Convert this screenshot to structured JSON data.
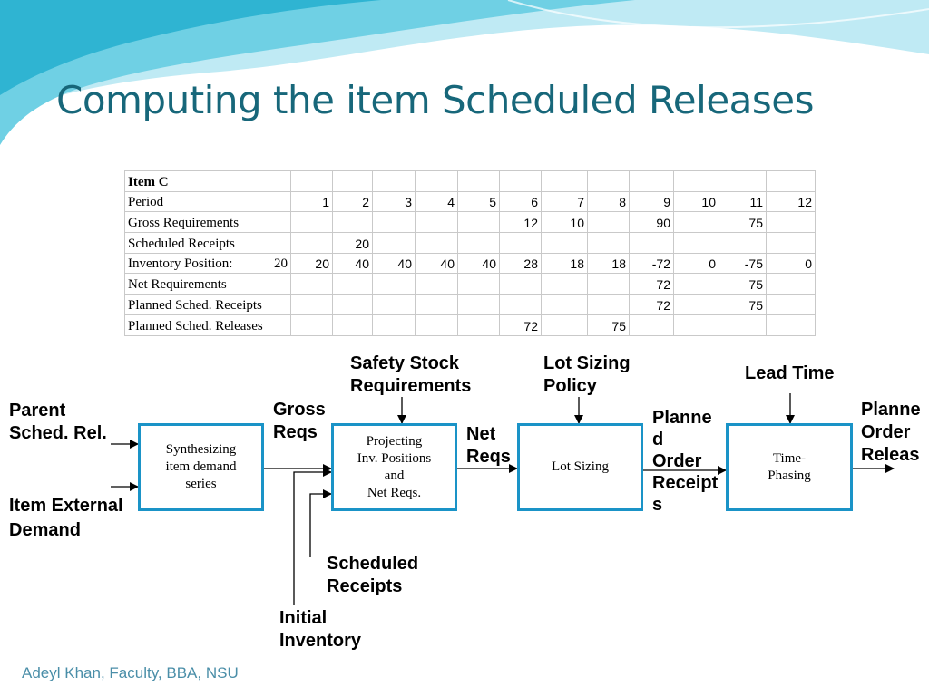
{
  "slide": {
    "title": "Computing the item Scheduled Releases",
    "footer": "Adeyl Khan, Faculty, BBA, NSU"
  },
  "colors": {
    "title": "#17677a",
    "box_border": "#1a93c7",
    "wave_light": "#bfeaf4",
    "wave_mid": "#6fd0e4",
    "wave_dark": "#2fb4d2"
  },
  "table": {
    "item_label": "Item C",
    "period_label": "Period",
    "periods": [
      "1",
      "2",
      "3",
      "4",
      "5",
      "6",
      "7",
      "8",
      "9",
      "10",
      "11",
      "12"
    ],
    "rows": [
      {
        "label": "Gross Requirements",
        "cells": [
          "",
          "",
          "",
          "",
          "",
          "12",
          "10",
          "",
          "90",
          "",
          "75",
          ""
        ]
      },
      {
        "label": "Scheduled Receipts",
        "cells": [
          "",
          "20",
          "",
          "",
          "",
          "",
          "",
          "",
          "",
          "",
          "",
          ""
        ]
      },
      {
        "label": "Inventory Position:",
        "label_value": "20",
        "cells": [
          "20",
          "40",
          "40",
          "40",
          "40",
          "28",
          "18",
          "18",
          "-72",
          "0",
          "-75",
          "0"
        ]
      },
      {
        "label": "Net Requirements",
        "cells": [
          "",
          "",
          "",
          "",
          "",
          "",
          "",
          "",
          "72",
          "",
          "75",
          ""
        ]
      },
      {
        "label": "Planned Sched. Receipts",
        "cells": [
          "",
          "",
          "",
          "",
          "",
          "",
          "",
          "",
          "72",
          "",
          "75",
          ""
        ]
      },
      {
        "label": "Planned Sched. Releases",
        "cells": [
          "",
          "",
          "",
          "",
          "",
          "72",
          "",
          "75",
          "",
          "",
          "",
          ""
        ]
      }
    ]
  },
  "diagram": {
    "boxes": {
      "synthesizing": "Synthesizing\nitem demand\nseries",
      "projecting": "Projecting\nInv. Positions\nand\nNet Reqs.",
      "lot_sizing": "Lot Sizing",
      "time_phasing": "Time-\nPhasing"
    },
    "labels": {
      "parent_sched_rel": "Parent\nSched. Rel.",
      "item_external_demand": "Item External\nDemand",
      "gross_reqs": "Gross\nReqs",
      "safety_stock": "Safety Stock\nRequirements",
      "net_reqs": "Net\nReqs",
      "lot_sizing_policy": "Lot Sizing\nPolicy",
      "planned_order_receipts": "Planne\nd\nOrder\nReceipt\ns",
      "lead_time": "Lead Time",
      "planned_order_release": "Planne\nOrder\nReleas",
      "scheduled_receipts": "Scheduled\nReceipts",
      "initial_inventory": "Initial\nInventory"
    }
  }
}
